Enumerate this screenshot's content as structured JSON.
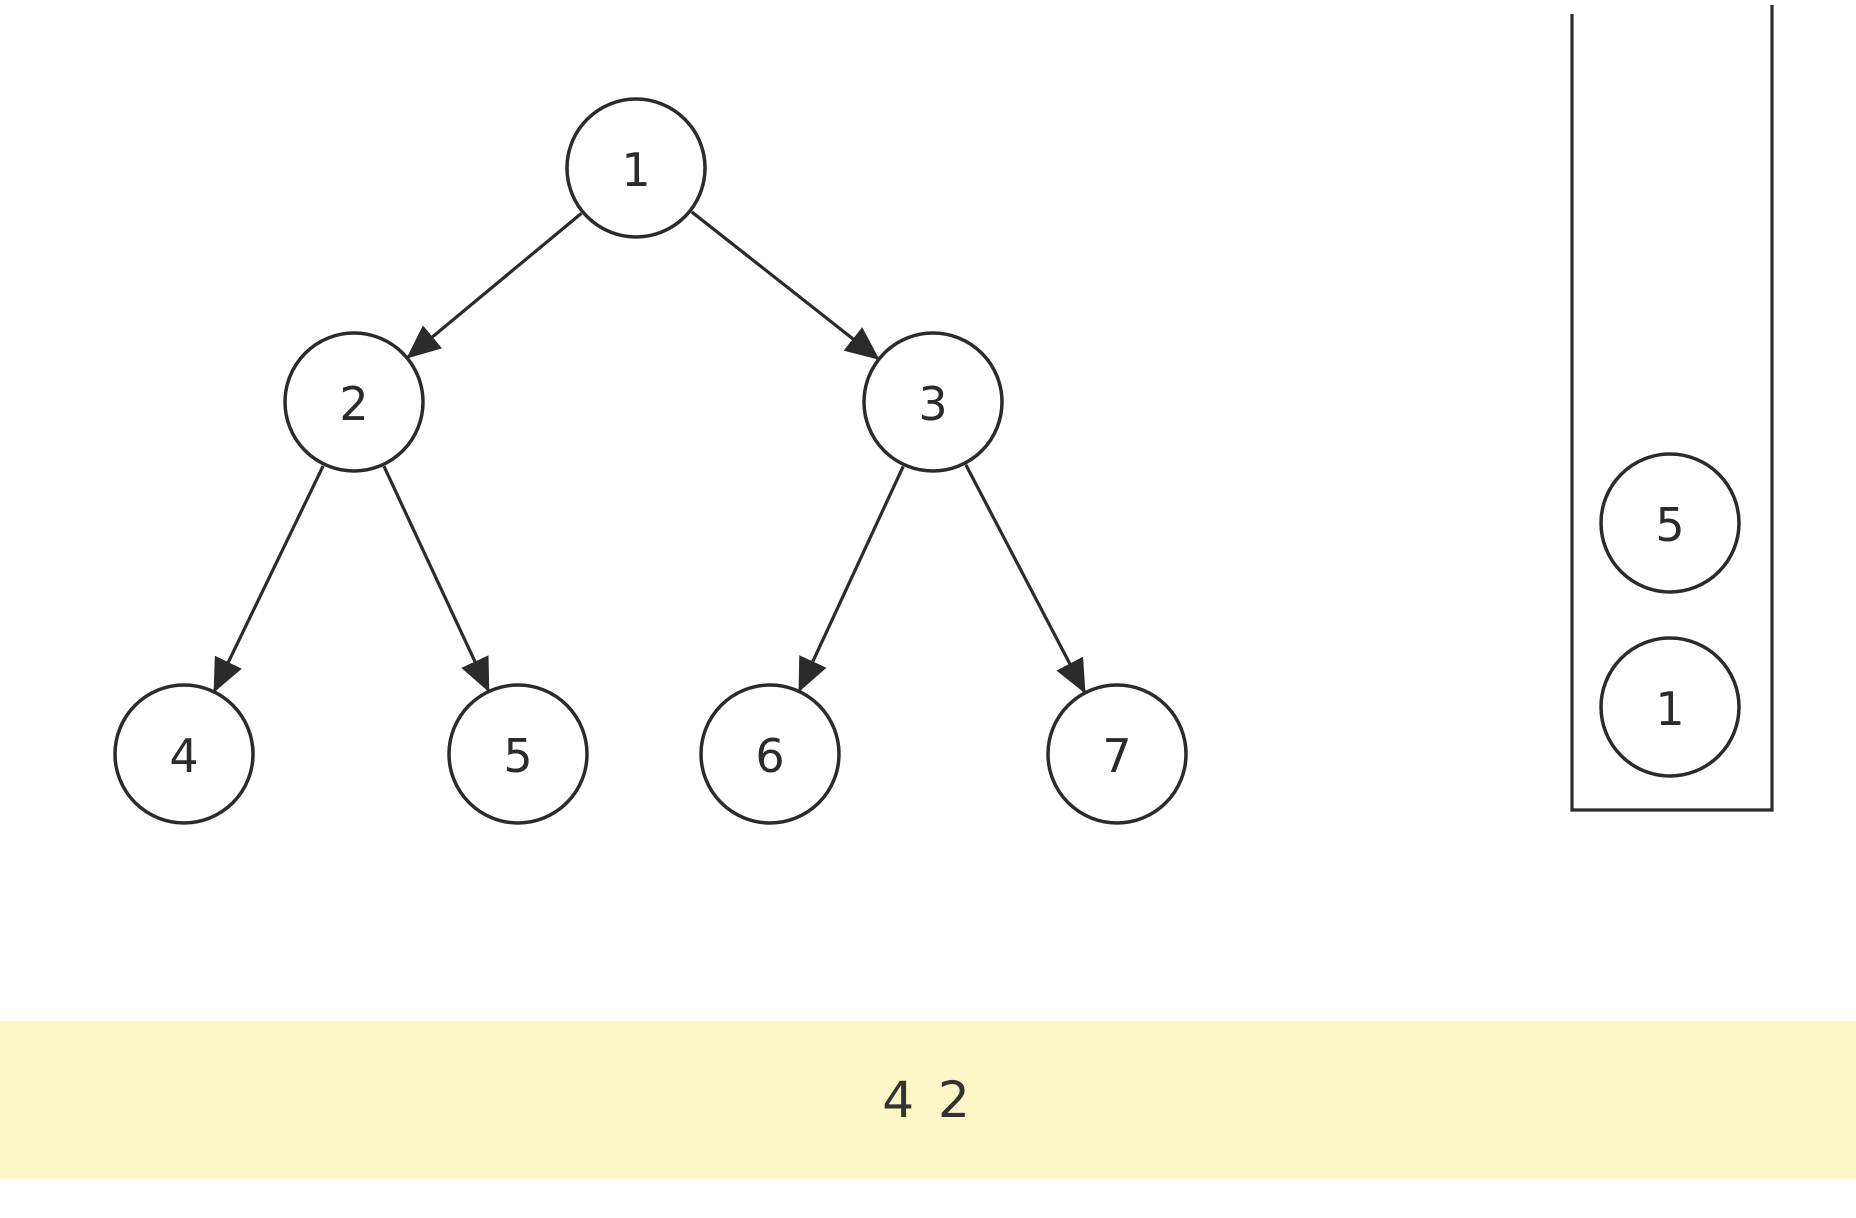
{
  "tree": {
    "nodes": [
      {
        "id": "n1",
        "label": "1"
      },
      {
        "id": "n2",
        "label": "2"
      },
      {
        "id": "n3",
        "label": "3"
      },
      {
        "id": "n4",
        "label": "4"
      },
      {
        "id": "n5",
        "label": "5"
      },
      {
        "id": "n6",
        "label": "6"
      },
      {
        "id": "n7",
        "label": "7"
      }
    ],
    "edges": [
      {
        "from": "n1",
        "to": "n2"
      },
      {
        "from": "n1",
        "to": "n3"
      },
      {
        "from": "n2",
        "to": "n4"
      },
      {
        "from": "n2",
        "to": "n5"
      },
      {
        "from": "n3",
        "to": "n6"
      },
      {
        "from": "n3",
        "to": "n7"
      }
    ]
  },
  "stack": {
    "items_top_to_bottom": [
      "5",
      "1"
    ]
  },
  "output": {
    "text": "4 2"
  },
  "colors": {
    "stroke": "#2b2b2b",
    "output_background": "#fdf6c6"
  }
}
